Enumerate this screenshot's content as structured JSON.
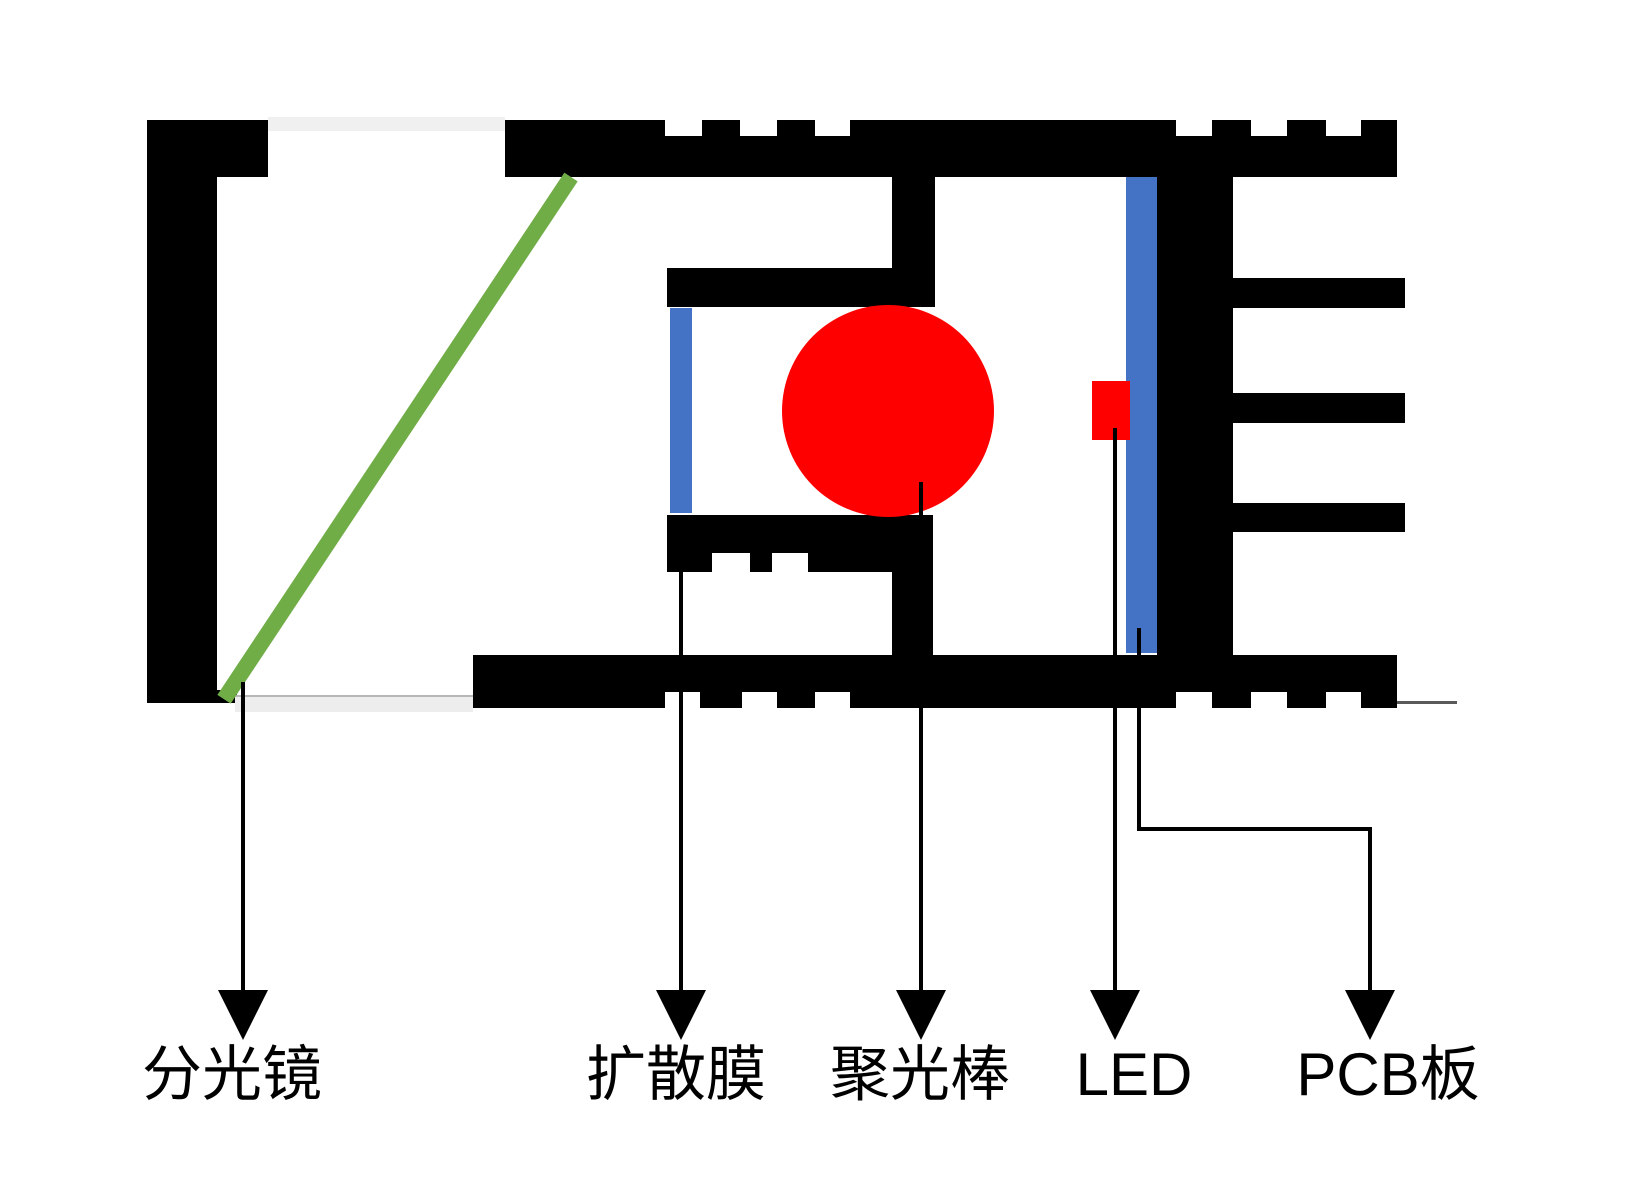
{
  "diagram": {
    "description": "LED optical engine cross-section schematic",
    "labels": {
      "beam_splitter": "分光镜",
      "diffusion_film": "扩散膜",
      "condenser_rod": "聚光棒",
      "led": "LED",
      "pcb": "PCB板"
    },
    "colors": {
      "housing_black": "#000000",
      "beam_splitter_green": "#70AD47",
      "blue": "#4472C4",
      "red": "#FF0000",
      "top_strip_gray": "#F0F0F0",
      "bottom_strip_gray": "#EDEDED",
      "leader_line_gray": "#595959",
      "background": "#FFFFFF"
    }
  }
}
